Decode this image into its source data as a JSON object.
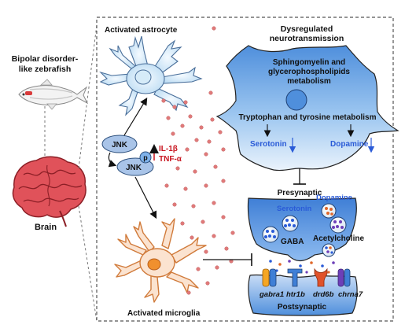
{
  "left": {
    "title_line1": "Bipolar disorder-",
    "title_line2": "like zebrafish",
    "brain_label": "Brain"
  },
  "panel": {
    "activated_astrocyte": "Activated astrocyte",
    "activated_microglia": "Activated microglia",
    "jnk_top": "JNK",
    "jnk_bottom": "JNK",
    "phospho": "p",
    "il1b": "IL-1β",
    "tnfa": "TNF-α"
  },
  "neuron": {
    "dysregulated_line1": "Dysregulated",
    "dysregulated_line2": "neurotransmission",
    "metab_line1": "Sphingomyelin and",
    "metab_line2": "glycerophospholipids",
    "metab_line3": "metabolism",
    "trp_tyr": "Tryptophan and tyrosine metabolism",
    "serotonin": "Serotonin",
    "dopamine": "Dopamine"
  },
  "synapse": {
    "presynaptic": "Presynaptic",
    "dopamine": "Dopamine",
    "serotonin": "Serotonin",
    "gaba": "GABA",
    "acetylcholine": "Acetylcholine",
    "postsynaptic": "Postsynaptic",
    "genes": [
      "gabra1",
      "htr1b",
      "drd6b",
      "chrna7"
    ]
  },
  "colors": {
    "dashed_border": "#555555",
    "neuron_fill": "#7fb2ea",
    "astrocyte_fill": "#d6e9f7",
    "microglia_fill": "#fbe3d0",
    "microglia_stroke": "#d07a3a",
    "red_dot": "#e07a7a",
    "jnk_fill": "#a9c4e8",
    "brain_fill": "#e0525a"
  }
}
